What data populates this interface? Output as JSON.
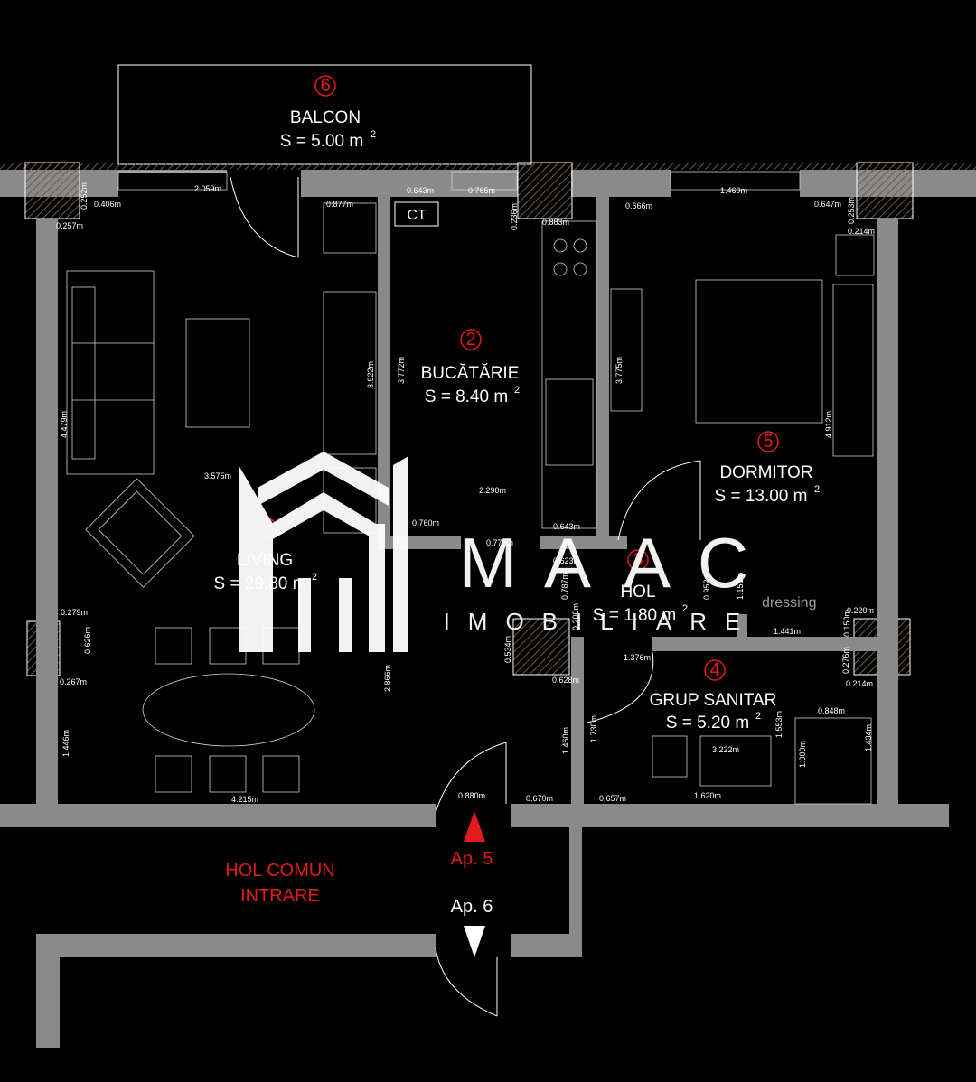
{
  "rooms": {
    "balcon": {
      "number": "6",
      "name": "BALCON",
      "area": "S = 5.00 m"
    },
    "bucatarie": {
      "number": "2",
      "name": "BUCĂTĂRIE",
      "area": "S = 8.40 m"
    },
    "dormitor": {
      "number": "5",
      "name": "DORMITOR",
      "area": "S = 13.00 m"
    },
    "living": {
      "number": "1",
      "name": "LIVING",
      "area": "S = 29.80 m"
    },
    "hol": {
      "number": "3",
      "name": "HOL",
      "area": "S = 1.80 m"
    },
    "grup_sanitar": {
      "number": "4",
      "name": "GRUP SANITAR",
      "area": "S = 5.20 m"
    }
  },
  "area_superscript": "2",
  "labels": {
    "ct": "CT",
    "dressing": "dressing",
    "hol_comun_line1": "HOL COMUN",
    "hol_comun_line2": "INTRARE",
    "ap5": "Ap. 5",
    "ap6": "Ap. 6"
  },
  "logo": {
    "letters": [
      "M",
      "A",
      "A",
      "C"
    ],
    "subtitle": "IMOBILIARE"
  },
  "dimensions": [
    "2.059m",
    "0.406m",
    "0.252m",
    "0.257m",
    "0.643m",
    "0.765m",
    "0.236m",
    "0.877m",
    "0.883m",
    "0.666m",
    "1.469m",
    "0.647m",
    "0.253m",
    "0.214m",
    "3.772m",
    "3.922m",
    "3.775m",
    "4.479m",
    "4.912m",
    "3.575m",
    "2.290m",
    "0.760m",
    "0.777m",
    "0.643m",
    "0.623m",
    "0.787m",
    "0.952m",
    "1.151m",
    "0.220m",
    "0.279m",
    "0.626m",
    "0.267m",
    "0.200m",
    "0.534m",
    "0.628m",
    "1.376m",
    "1.441m",
    "0.150m",
    "0.276m",
    "0.214m",
    "2.866m",
    "1.446m",
    "1.460m",
    "1.730m",
    "1.553m",
    "0.848m",
    "1.434m",
    "3.222m",
    "1.000m",
    "4.215m",
    "0.880m",
    "0.670m",
    "0.657m",
    "1.620m"
  ],
  "colors": {
    "background": "#000000",
    "wall": "#8a8a8a",
    "accent_red": "#e21b1b",
    "line": "#ffffff"
  }
}
